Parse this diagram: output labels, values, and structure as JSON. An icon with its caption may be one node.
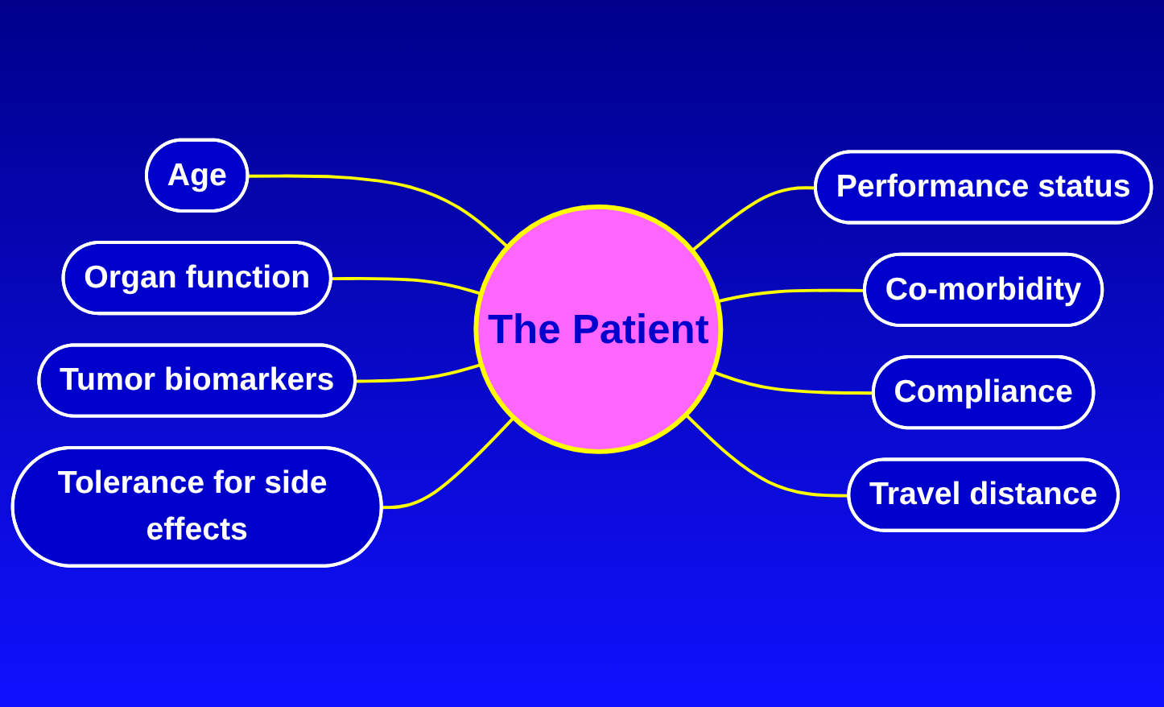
{
  "diagram": {
    "nodes": [
      {
        "text": [
          "Age"
        ]
      },
      {
        "text": [
          "Performance status"
        ]
      },
      {
        "text": [
          "Organ function"
        ]
      },
      {
        "text": [
          "Co-morbidity"
        ]
      },
      {
        "text": [
          "The Patient"
        ]
      },
      {
        "text": [
          "Tumor biomarkers"
        ]
      },
      {
        "text": [
          "Compliance"
        ]
      },
      {
        "text": [
          "Tolerance for side effects"
        ]
      },
      {
        "text": [
          "Travel distance"
        ]
      }
    ],
    "edges": [
      {
        "from": 0,
        "to": 4,
        "arrow": "none"
      },
      {
        "from": 4,
        "to": 1,
        "arrow": "none"
      },
      {
        "from": 2,
        "to": 4,
        "arrow": "none"
      },
      {
        "from": 4,
        "to": 3,
        "arrow": "none"
      },
      {
        "from": 5,
        "to": 4,
        "arrow": "none"
      },
      {
        "from": 4,
        "to": 6,
        "arrow": "none"
      },
      {
        "from": 7,
        "to": 4,
        "arrow": "none"
      },
      {
        "from": 4,
        "to": 8,
        "arrow": "none"
      }
    ]
  }
}
